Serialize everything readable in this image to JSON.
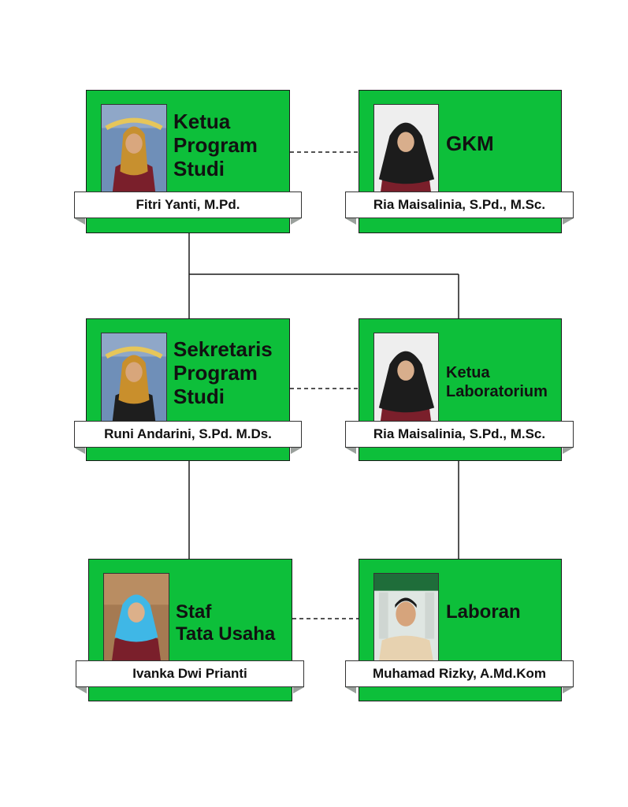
{
  "diagram": {
    "nodes": [
      {
        "id": "kaprodi",
        "title_lines": [
          "Ketua",
          "Program",
          "Studi"
        ],
        "name": "Fitri Yanti, M.Pd.",
        "photo": "portrait-hijab-mustard-maroon-jacket"
      },
      {
        "id": "gkm",
        "title_lines": [
          "GKM"
        ],
        "name": "Ria Maisalinia, S.Pd., M.Sc.",
        "photo": "portrait-hijab-black-maroon-jacket"
      },
      {
        "id": "sekprodi",
        "title_lines": [
          "Sekretaris",
          "Program",
          "Studi"
        ],
        "name": "Runi Andarini, S.Pd. M.Ds.",
        "photo": "portrait-hijab-mustard-black-top"
      },
      {
        "id": "kalab",
        "title_lines": [
          "Ketua",
          "Laboratorium"
        ],
        "name": "Ria Maisalinia, S.Pd., M.Sc.",
        "photo": "portrait-hijab-black-maroon-jacket"
      },
      {
        "id": "staf",
        "title_lines": [
          "Staf",
          "Tata Usaha"
        ],
        "name": "Ivanka Dwi Prianti",
        "photo": "portrait-hijab-blue-maroon-jacket"
      },
      {
        "id": "laboran",
        "title_lines": [
          "Laboran"
        ],
        "name": "Muhamad Rizky, A.Md.Kom",
        "photo": "portrait-man-beige-shirt"
      }
    ],
    "edges": [
      {
        "from": "kaprodi",
        "to": "gkm",
        "style": "dashed"
      },
      {
        "from": "kaprodi",
        "to": "sekprodi",
        "style": "solid"
      },
      {
        "from": "kaprodi",
        "to": "kalab",
        "style": "solid"
      },
      {
        "from": "sekprodi",
        "to": "kalab",
        "style": "dashed"
      },
      {
        "from": "sekprodi",
        "to": "staf",
        "style": "solid"
      },
      {
        "from": "kalab",
        "to": "laboran",
        "style": "solid"
      },
      {
        "from": "staf",
        "to": "laboran",
        "style": "dashed"
      }
    ],
    "colors": {
      "card": "#0dbf3a",
      "line": "#1a1a1a",
      "name_bg": "#ffffff"
    }
  }
}
